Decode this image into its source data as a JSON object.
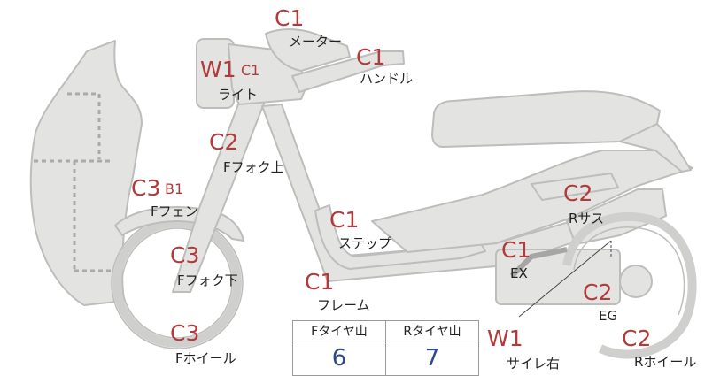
{
  "parts": {
    "meter": {
      "grade": "C1",
      "label": "メーター"
    },
    "handle": {
      "grade": "C1",
      "label": "ハンドル"
    },
    "light": {
      "grade": "W1",
      "grade2": "C1",
      "label": "ライト"
    },
    "fork_upper": {
      "grade": "C2",
      "label": "Fフォク上"
    },
    "f_fender": {
      "grade": "C3",
      "grade2": "B1",
      "label": "Fフェン"
    },
    "fork_lower": {
      "grade": "C3",
      "label": "Fフォク下"
    },
    "f_wheel": {
      "grade": "C3",
      "label": "Fホイール"
    },
    "step": {
      "grade": "C1",
      "label": "ステップ"
    },
    "frame": {
      "grade": "C1",
      "label": "フレーム"
    },
    "r_sus": {
      "grade": "C2",
      "label": "Rサス"
    },
    "ex": {
      "grade": "C1",
      "label": "EX"
    },
    "eg": {
      "grade": "C2",
      "label": "EG"
    },
    "r_wheel": {
      "grade": "C2",
      "label": "Rホイール"
    },
    "muffler": {
      "grade": "W1",
      "label": "サイレ右"
    }
  },
  "tire_table": {
    "front_header": "Fタイヤ山",
    "rear_header": "Rタイヤ山",
    "front_value": "6",
    "rear_value": "7"
  },
  "colors": {
    "part_fill": "#e3e3e1",
    "part_stroke": "#b8b8b6",
    "grade": "#b23a3a",
    "tire_value": "#2e4a86"
  }
}
